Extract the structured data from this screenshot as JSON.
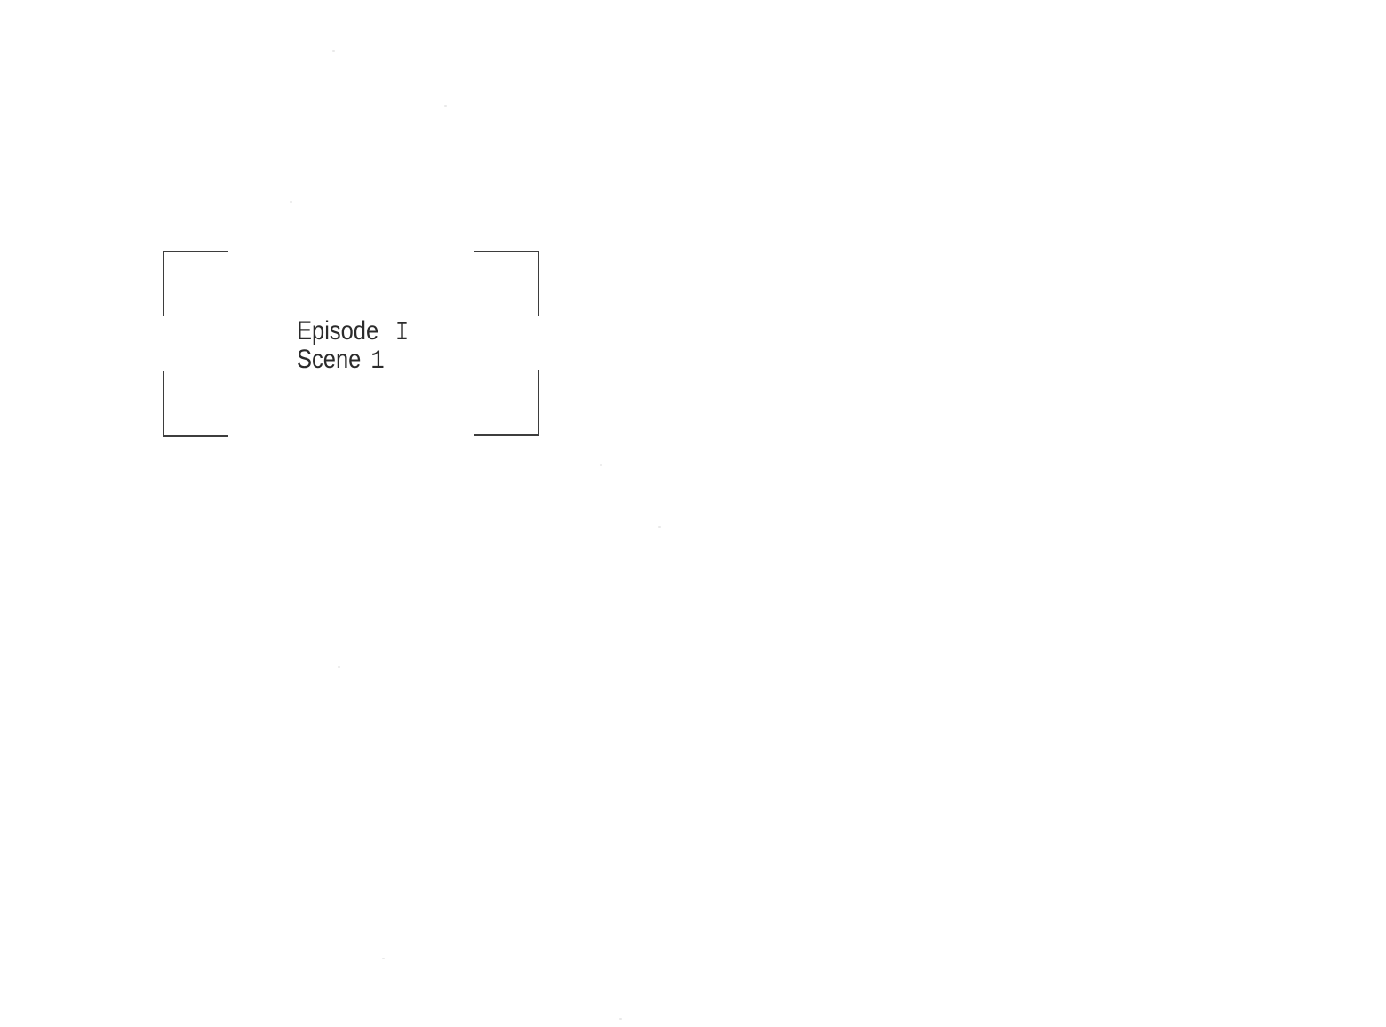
{
  "colors": {
    "page-bg": "#ffffff",
    "frame-line": "#3d3d3d",
    "caption-text": "#2b2b2b"
  },
  "title_card": {
    "episode_label": "Episode",
    "episode_number": "I",
    "scene_label": "Scene",
    "scene_number": "1"
  }
}
